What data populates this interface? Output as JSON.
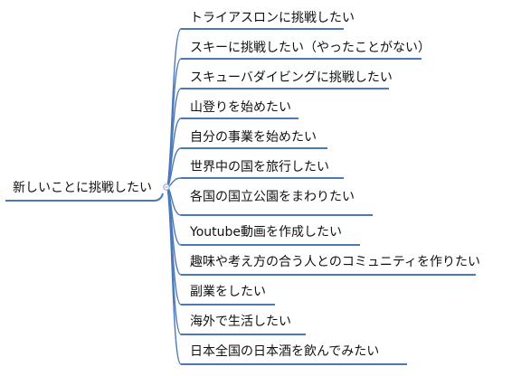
{
  "root": {
    "label": "新しいことに挑戦したい"
  },
  "branches": [
    {
      "label": "トライアスロンに挑戦したい"
    },
    {
      "label": "スキーに挑戦したい（やったことがない）"
    },
    {
      "label": "スキューバダイビングに挑戦したい"
    },
    {
      "label": "山登りを始めたい"
    },
    {
      "label": "自分の事業を始めたい"
    },
    {
      "label": "世界中の国を旅行したい"
    },
    {
      "label": "各国の国立公園をまわりたい"
    },
    {
      "label": "Youtube動画を作成したい"
    },
    {
      "label": "趣味や考え方の合う人とのコミュニティを作りたい"
    },
    {
      "label": "副業をしたい"
    },
    {
      "label": "海外で生活したい"
    },
    {
      "label": "日本全国の日本酒を飲んでみたい"
    }
  ],
  "colors": {
    "line": "#4a78b8",
    "text": "#111111",
    "collapse_marker": "#8aa6cc"
  }
}
